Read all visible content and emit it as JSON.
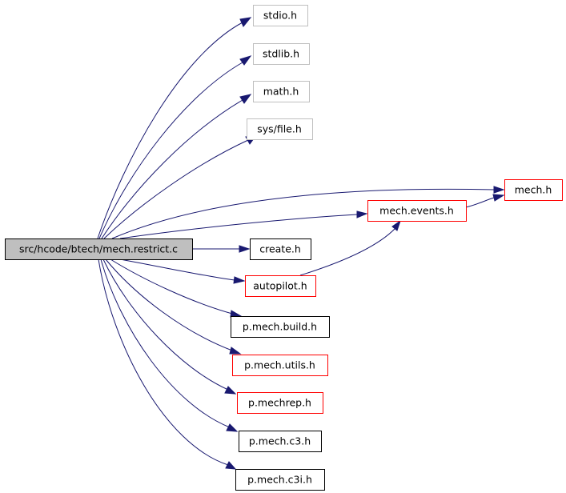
{
  "colors": {
    "edge": "#191970",
    "root_fill": "#bfbfbf",
    "border_black": "#000000",
    "border_red": "#ff0000",
    "border_gray": "#bfbfbf",
    "text": "#000000"
  },
  "nodes": [
    {
      "id": "root",
      "label": "src/hcode/btech/mech.restrict.c",
      "style": "root"
    },
    {
      "id": "stdio",
      "label": "stdio.h",
      "style": "gray"
    },
    {
      "id": "stdlib",
      "label": "stdlib.h",
      "style": "gray"
    },
    {
      "id": "math",
      "label": "math.h",
      "style": "gray"
    },
    {
      "id": "sysfile",
      "label": "sys/file.h",
      "style": "gray"
    },
    {
      "id": "mech",
      "label": "mech.h",
      "style": "red"
    },
    {
      "id": "mechevents",
      "label": "mech.events.h",
      "style": "red"
    },
    {
      "id": "create",
      "label": "create.h",
      "style": "black"
    },
    {
      "id": "autopilot",
      "label": "autopilot.h",
      "style": "red"
    },
    {
      "id": "pmechbuild",
      "label": "p.mech.build.h",
      "style": "black"
    },
    {
      "id": "pmechutils",
      "label": "p.mech.utils.h",
      "style": "red"
    },
    {
      "id": "pmechrep",
      "label": "p.mechrep.h",
      "style": "red"
    },
    {
      "id": "pmechc3",
      "label": "p.mech.c3.h",
      "style": "black"
    },
    {
      "id": "pmechc3i",
      "label": "p.mech.c3i.h",
      "style": "black"
    }
  ],
  "edges": [
    {
      "from": "root",
      "to": "stdio"
    },
    {
      "from": "root",
      "to": "stdlib"
    },
    {
      "from": "root",
      "to": "math"
    },
    {
      "from": "root",
      "to": "sysfile"
    },
    {
      "from": "root",
      "to": "mech"
    },
    {
      "from": "root",
      "to": "mechevents"
    },
    {
      "from": "root",
      "to": "create"
    },
    {
      "from": "root",
      "to": "autopilot"
    },
    {
      "from": "root",
      "to": "pmechbuild"
    },
    {
      "from": "root",
      "to": "pmechutils"
    },
    {
      "from": "root",
      "to": "pmechrep"
    },
    {
      "from": "root",
      "to": "pmechc3"
    },
    {
      "from": "root",
      "to": "pmechc3i"
    },
    {
      "from": "mechevents",
      "to": "mech"
    },
    {
      "from": "autopilot",
      "to": "mechevents"
    }
  ]
}
